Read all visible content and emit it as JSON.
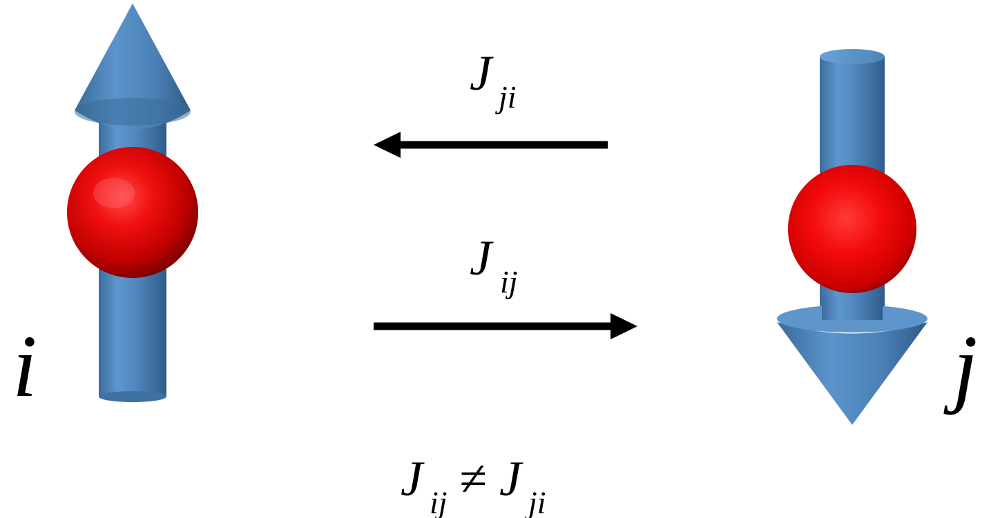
{
  "spin_i": {
    "label": "i",
    "direction": "up",
    "icon": "spin-up-arrow-icon"
  },
  "spin_j": {
    "label": "j",
    "direction": "down",
    "icon": "spin-down-arrow-icon"
  },
  "coupling_ji": {
    "symbol": "J",
    "subscript": "ji",
    "direction": "left"
  },
  "coupling_ij": {
    "symbol": "J",
    "subscript": "ij",
    "direction": "right"
  },
  "inequality": {
    "lhs_symbol": "J",
    "lhs_subscript": "ij",
    "operator": "≠",
    "rhs_symbol": "J",
    "rhs_subscript": "ji"
  },
  "colors": {
    "arrow_blue": "#4f86bd",
    "sphere_red": "#ee0a0a",
    "ink": "#000000"
  }
}
